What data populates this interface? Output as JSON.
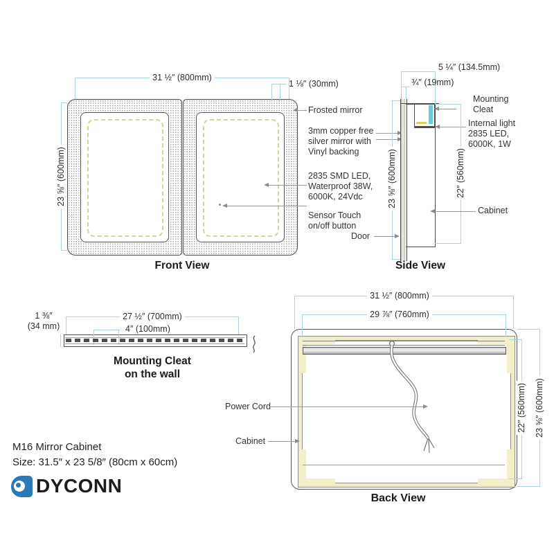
{
  "colors": {
    "dimension_line": "#a9d6de",
    "leader_line": "#9a9a9a",
    "outline": "#4d4d4d",
    "led_dash": "#d8d295",
    "internal_light": "#d9d35a",
    "cleat_highlight": "#66ccd6",
    "cream_frame": "#f0edca",
    "logo_blue": "#2b7ab8"
  },
  "front": {
    "caption": "Front View",
    "dims": {
      "width": "31 ½″ (800mm)",
      "frame": "1 ⅛″ (30mm)",
      "height": "23 ⅝″ (600mm)"
    },
    "labels": {
      "frosted": "Frosted mirror",
      "mirror": "3mm copper free\nsilver mirror with\nVinyl backing",
      "led": "2835 SMD LED,\nWaterproof 38W,\n6000K, 24Vdc",
      "sensor": "Sensor Touch\non/off button"
    }
  },
  "side": {
    "caption": "Side View",
    "dims": {
      "depth": "5 ¼″ (134.5mm)",
      "door_thickness": "¾″ (19mm)",
      "height": "23 ⅝″ (600mm)",
      "cabinet_height": "22″ (560mm)"
    },
    "labels": {
      "mounting_cleat": "Mounting\nCleat",
      "internal_light": "Internal light\n2835 LED,\n6000K, 1W",
      "cabinet": "Cabinet",
      "door": "Door"
    }
  },
  "cleat": {
    "caption": "Mounting Cleat\non the wall",
    "dims": {
      "height": "1 ⅜″\n(34 mm)",
      "length": "27 ½″ (700mm)",
      "offset": "4″ (100mm)"
    }
  },
  "back": {
    "caption": "Back View",
    "dims": {
      "outer_width": "31 ½″ (800mm)",
      "inner_width": "29 ⅞″ (760mm)",
      "inner_height": "22″ (560mm)",
      "outer_height": "23 ⅝″ (600mm)"
    },
    "labels": {
      "power_cord": "Power Cord",
      "cabinet": "Cabinet"
    }
  },
  "footer": {
    "model": "M16 Mirror Cabinet",
    "size": "Size: 31.5″ x 23 5/8″ (80cm x 60cm)",
    "brand": "DYCONN"
  }
}
